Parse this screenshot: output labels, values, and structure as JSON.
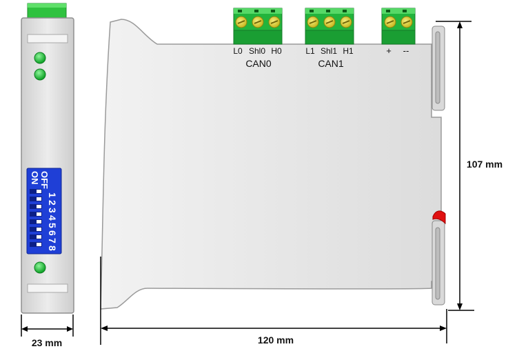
{
  "front_view": {
    "dip_switch": {
      "off_label": "OFF",
      "on_label": "ON",
      "numbers": [
        "1",
        "2",
        "3",
        "4",
        "5",
        "6",
        "7",
        "8"
      ]
    },
    "width_label": "23 mm"
  },
  "side_view": {
    "connectors": [
      {
        "id": "can0",
        "pins": [
          "L0",
          "Shl0",
          "H0"
        ],
        "group_label": "CAN0"
      },
      {
        "id": "can1",
        "pins": [
          "L1",
          "Shl1",
          "H1"
        ],
        "group_label": "CAN1"
      },
      {
        "id": "power",
        "pins": [
          "+",
          "--"
        ],
        "group_label": ""
      }
    ],
    "length_label": "120 mm",
    "height_label": "107 mm"
  },
  "colors": {
    "housing": "#e3e3e3",
    "housing_edge": "#9a9a9a",
    "terminal_green": "#22b43c",
    "led_green": "#21c43a",
    "dip_blue": "#1f3fd6",
    "clip_red": "#e01010"
  }
}
